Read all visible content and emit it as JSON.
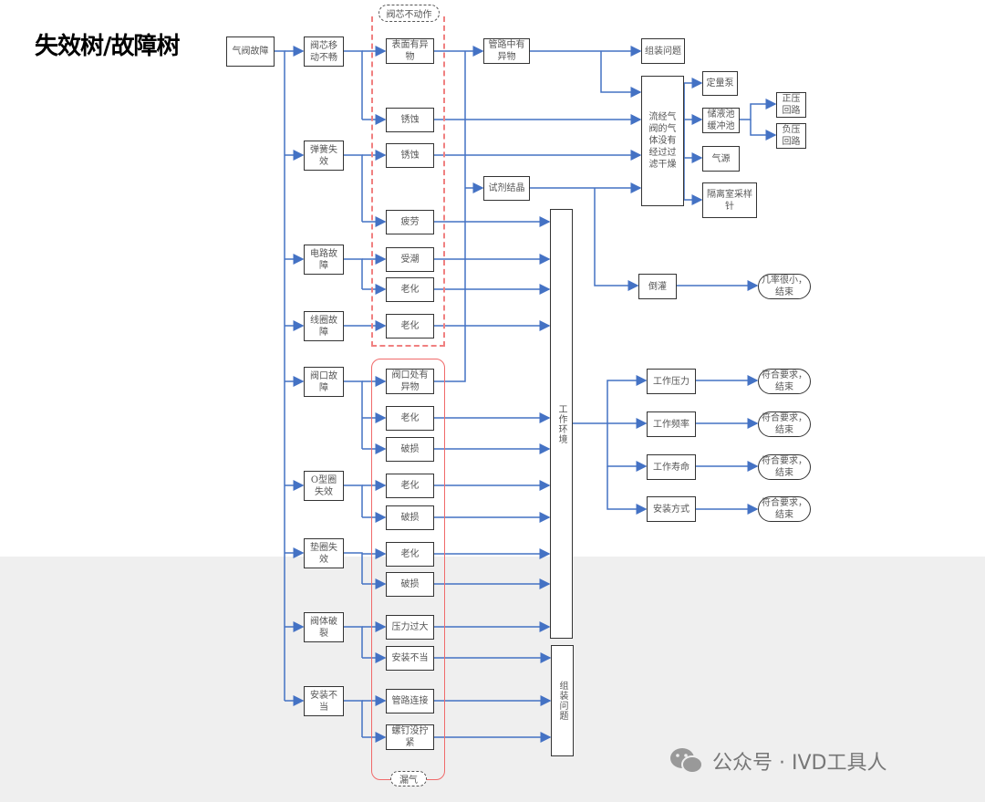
{
  "title": "失效树/故障树",
  "colors": {
    "connector": "#4472c4",
    "dashed_group": "#f08080",
    "solid_group": "#f06a6a"
  },
  "root": "气阀故障",
  "level1": [
    "阀芯移动不畅",
    "弹簧失效",
    "电路故障",
    "线圈故障",
    "阀口故障",
    "O型圈失效",
    "垫圈失效",
    "阀体破裂",
    "安装不当"
  ],
  "level2": [
    "表面有异物",
    "锈蚀",
    "锈蚀",
    "疲劳",
    "受潮",
    "老化",
    "老化",
    "阀口处有异物",
    "老化",
    "破损",
    "老化",
    "破损",
    "老化",
    "破损",
    "压力过大",
    "安装不当",
    "管路连接",
    "螺钉没拧紧"
  ],
  "groups": {
    "dashed": "阀芯不动作",
    "solid": "漏气"
  },
  "mid": {
    "pipe_foreign": "管路中有异物",
    "crystal": "试剂结晶",
    "work_env": "工作环境",
    "assembly_tall": "组装问题"
  },
  "right": {
    "assembly": "组装问题",
    "unfiltered": "流经气阀的气体没有经过过滤干燥",
    "pump": "定量泵",
    "reservoir": "储液池缓冲池",
    "air_source": "气源",
    "isolation": "隔离室采样针",
    "positive": "正压回路",
    "negative": "负压回路",
    "backflow": "倒灌",
    "low_prob": "几率很小，结束",
    "pressure": "工作压力",
    "frequency": "工作频率",
    "life": "工作寿命",
    "install": "安装方式",
    "ok_end": "符合要求，结束"
  },
  "watermark": "公众号 · IVD工具人"
}
